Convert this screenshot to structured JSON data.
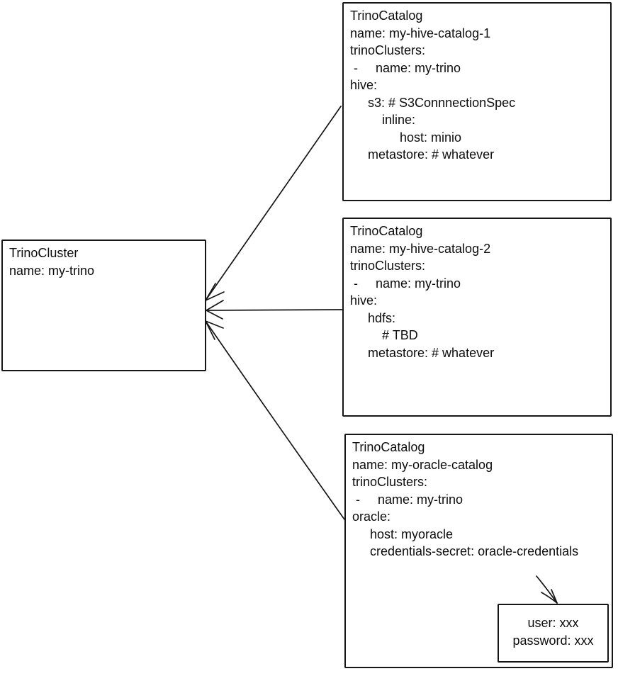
{
  "cluster": {
    "yaml": "TrinoCluster\nname: my-trino"
  },
  "catalogs": [
    {
      "name": "my-hive-catalog-1",
      "yaml": "TrinoCatalog\nname: my-hive-catalog-1\ntrinoClusters:\n -     name: my-trino\nhive:\n     s3: # S3ConnnectionSpec\n         inline:\n              host: minio\n     metastore: # whatever"
    },
    {
      "name": "my-hive-catalog-2",
      "yaml": "TrinoCatalog\nname: my-hive-catalog-2\ntrinoClusters:\n -     name: my-trino\nhive:\n     hdfs:\n         # TBD\n     metastore: # whatever"
    },
    {
      "name": "my-oracle-catalog",
      "yaml": "TrinoCatalog\nname: my-oracle-catalog\ntrinoClusters:\n -     name: my-trino\noracle:\n     host: myoracle\n     credentials-secret: oracle-credentials"
    }
  ],
  "secret": {
    "yaml": "user: xxx\npassword: xxx"
  },
  "colors": {
    "ink": "#161616",
    "background": "#ffffff"
  }
}
